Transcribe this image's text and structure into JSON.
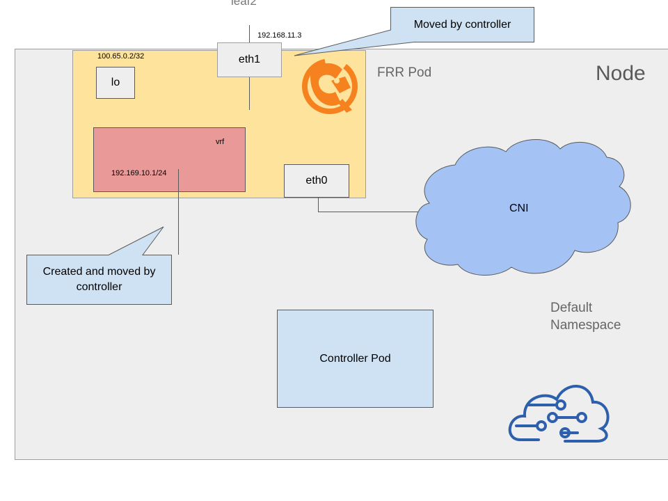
{
  "leaf_label": "leaf2",
  "callout_top": "Moved by controller",
  "callout_bottom": "Created and moved by controller",
  "eth1_ip": "192.168.11.3",
  "lo_ip": "100.65.0.2/32",
  "node_label": "Node",
  "frr_pod_label": "FRR Pod",
  "eth1_label": "eth1",
  "lo_label": "lo",
  "vrf_label": "vrf",
  "vrf_ip": "192.169.10.1/24",
  "eth0_label": "eth0",
  "cni_label": "CNI",
  "default_ns_label": "Default Namespace",
  "controller_pod_label": "Controller Pod",
  "icons": [
    "frr-logo-icon",
    "cloud-circuit-icon"
  ],
  "colors": {
    "node_fill": "#eeeeee",
    "frr_fill": "#fde39c",
    "vrf_fill": "#ea9999",
    "cni_fill": "#a4c2f4",
    "controller_fill": "#cfe2f3",
    "callout_fill": "#cfe2f3",
    "frr_logo": "#f5821f",
    "cloud_icon": "#2d5fac"
  }
}
